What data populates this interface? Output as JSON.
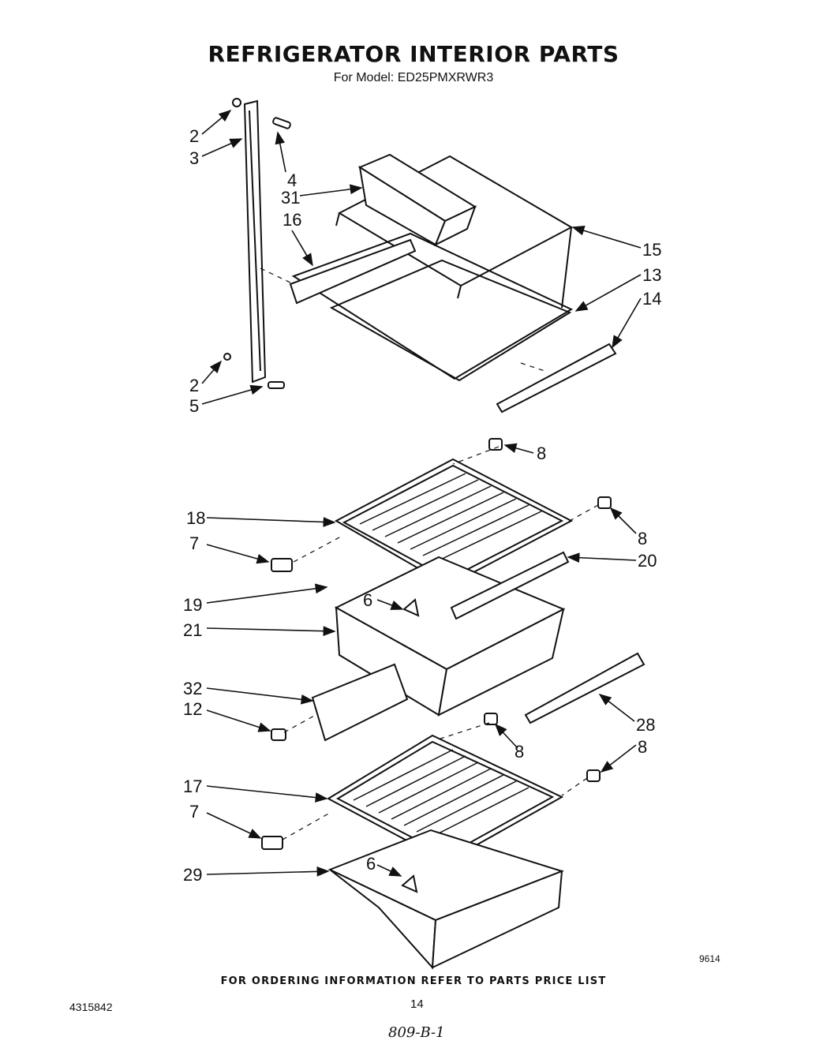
{
  "header": {
    "title": "REFRIGERATOR INTERIOR PARTS",
    "model_line": "For Model: ED25PMXRWR3"
  },
  "callouts": {
    "c2a": "2",
    "c3": "3",
    "c4a": "4",
    "c31": "31",
    "c16": "16",
    "c15": "15",
    "c13": "13",
    "c14": "14",
    "c2b": "2",
    "c5": "5",
    "c8a": "8",
    "c18": "18",
    "c8b": "8",
    "c7a": "7",
    "c20": "20",
    "c19": "19",
    "c6a": "6",
    "c21": "21",
    "c32": "32",
    "c12": "12",
    "c28": "28",
    "c8c": "8",
    "c8d": "8",
    "c17": "17",
    "c7b": "7",
    "c6b": "6",
    "c29": "29"
  },
  "footer": {
    "ordering_note": "FOR ORDERING INFORMATION REFER TO PARTS PRICE LIST",
    "doc_number": "4315842",
    "page_number": "14",
    "handwritten": "809-B-1",
    "figure_code": "9614"
  }
}
